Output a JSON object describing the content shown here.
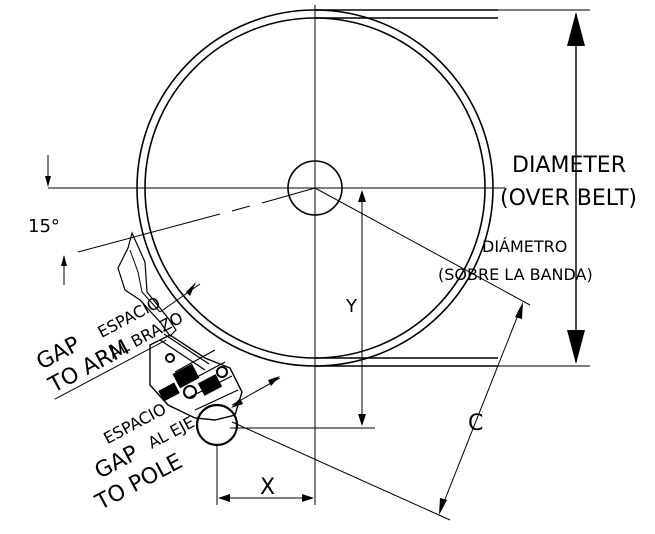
{
  "labels": {
    "diameter_en_1": "DIAMETER",
    "diameter_en_2": "(OVER BELT)",
    "diameter_es_1": "DIÁMETRO",
    "diameter_es_2": "(SOBRE LA BANDA)",
    "angle": "15°",
    "gap_arm_en_1": "GAP",
    "gap_arm_en_2": "TO ARM",
    "gap_arm_es_1": "ESPACIO",
    "gap_arm_es_2": "AL BRAZO",
    "gap_pole_es_1": "ESPACIO",
    "gap_pole_es_2": "AL EJE",
    "gap_pole_en_1": "GAP",
    "gap_pole_en_2": "TO POLE",
    "dim_x": "X",
    "dim_y": "Y",
    "dim_c": "C"
  },
  "colors": {
    "ink": "#000000",
    "background": "#ffffff"
  }
}
